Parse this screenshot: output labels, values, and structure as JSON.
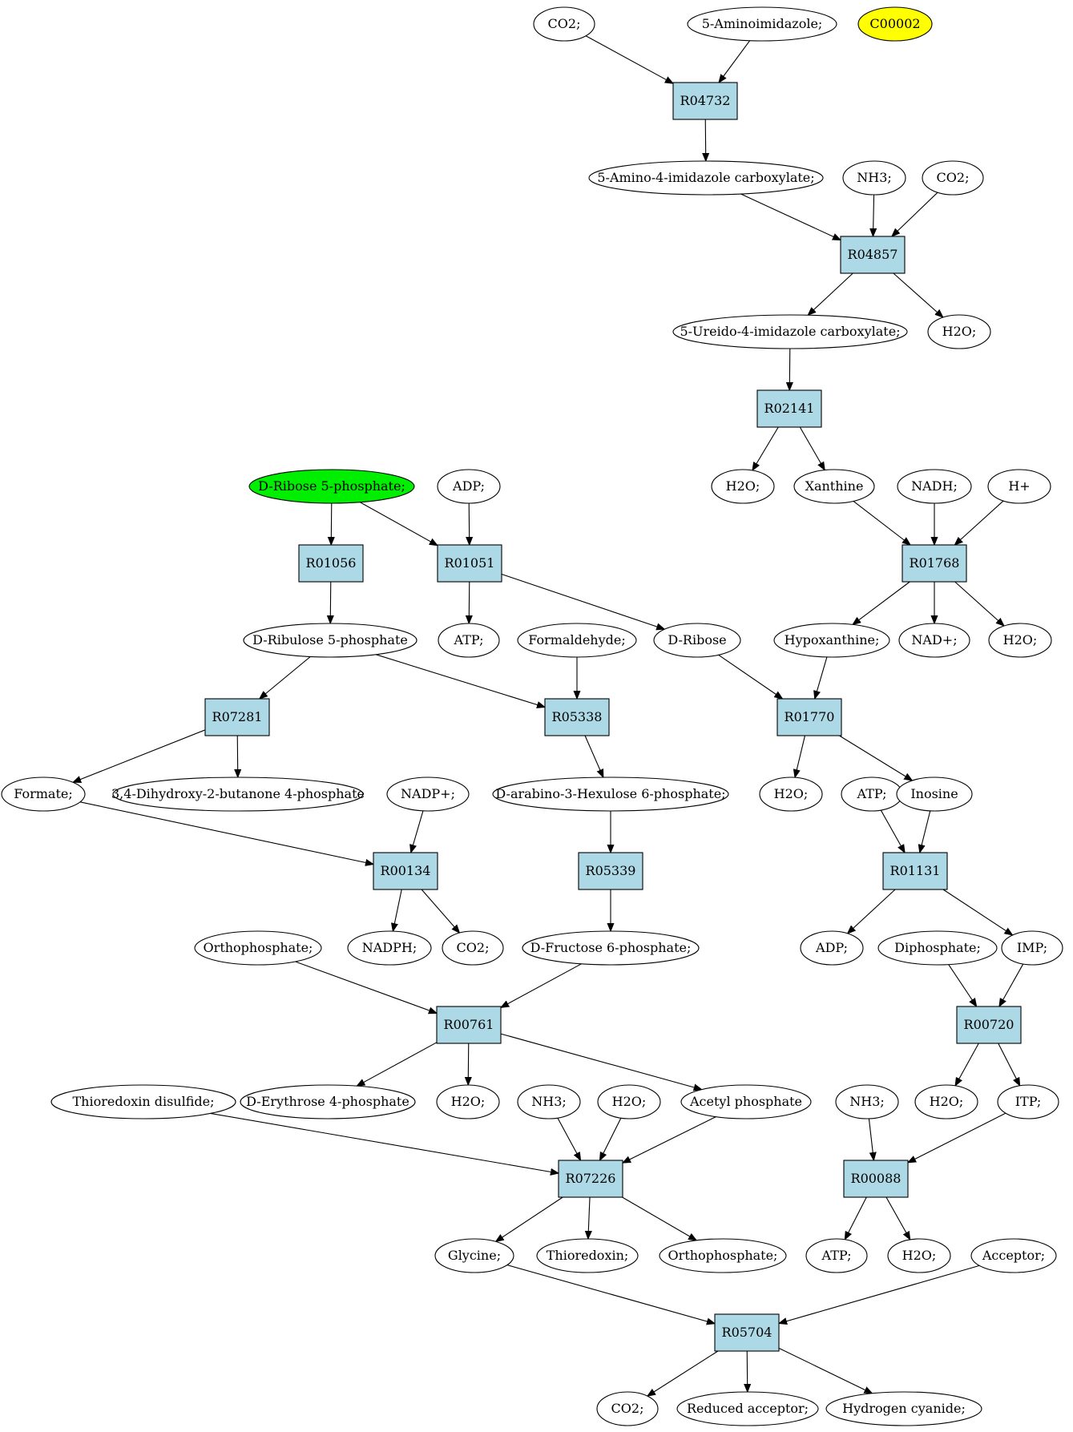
{
  "graph": {
    "compounds": [
      {
        "id": "co2_a",
        "label": "CO2;"
      },
      {
        "id": "aminoimidazole",
        "label": "5-Aminoimidazole;"
      },
      {
        "id": "c00002",
        "label": "C00002",
        "fill": "#ffff00"
      },
      {
        "id": "amino_carbox",
        "label": "5-Amino-4-imidazole carboxylate;"
      },
      {
        "id": "nh3_a",
        "label": "NH3;"
      },
      {
        "id": "co2_b",
        "label": "CO2;"
      },
      {
        "id": "ureido_carbox",
        "label": "5-Ureido-4-imidazole carboxylate;"
      },
      {
        "id": "h2o_a",
        "label": "H2O;"
      },
      {
        "id": "h2o_b",
        "label": "H2O;"
      },
      {
        "id": "xanthine",
        "label": "Xanthine"
      },
      {
        "id": "nadh",
        "label": "NADH;"
      },
      {
        "id": "hplus",
        "label": "H+"
      },
      {
        "id": "ribose5p",
        "label": "D-Ribose 5-phosphate;",
        "fill": "#00ee00"
      },
      {
        "id": "adp_a",
        "label": "ADP;"
      },
      {
        "id": "ribulose5p",
        "label": "D-Ribulose 5-phosphate"
      },
      {
        "id": "atp_a",
        "label": "ATP;"
      },
      {
        "id": "formaldehyde",
        "label": "Formaldehyde;"
      },
      {
        "id": "dribose",
        "label": "D-Ribose"
      },
      {
        "id": "hypoxanthine",
        "label": "Hypoxanthine;"
      },
      {
        "id": "nadplus",
        "label": "NAD+;"
      },
      {
        "id": "h2o_c",
        "label": "H2O;"
      },
      {
        "id": "formate",
        "label": "Formate;"
      },
      {
        "id": "dhbp",
        "label": "3,4-Dihydroxy-2-butanone 4-phosphate"
      },
      {
        "id": "nadpplus",
        "label": "NADP+;"
      },
      {
        "id": "hexulose6p",
        "label": "D-arabino-3-Hexulose 6-phosphate;"
      },
      {
        "id": "h2o_d",
        "label": "H2O;"
      },
      {
        "id": "atp_b",
        "label": "ATP;"
      },
      {
        "id": "inosine",
        "label": "Inosine"
      },
      {
        "id": "nadph",
        "label": "NADPH;"
      },
      {
        "id": "co2_c",
        "label": "CO2;"
      },
      {
        "id": "orthophosphate_a",
        "label": "Orthophosphate;"
      },
      {
        "id": "fructose6p",
        "label": "D-Fructose 6-phosphate;"
      },
      {
        "id": "adp_b",
        "label": "ADP;"
      },
      {
        "id": "diphosphate",
        "label": "Diphosphate;"
      },
      {
        "id": "imp",
        "label": "IMP;"
      },
      {
        "id": "thioredoxin_disulfide",
        "label": "Thioredoxin disulfide;"
      },
      {
        "id": "erythrose4p",
        "label": "D-Erythrose 4-phosphate"
      },
      {
        "id": "h2o_e",
        "label": "H2O;"
      },
      {
        "id": "nh3_b",
        "label": "NH3;"
      },
      {
        "id": "h2o_f",
        "label": "H2O;"
      },
      {
        "id": "acetyl_phosphate",
        "label": "Acetyl phosphate"
      },
      {
        "id": "nh3_c",
        "label": "NH3;"
      },
      {
        "id": "h2o_g",
        "label": "H2O;"
      },
      {
        "id": "itp",
        "label": "ITP;"
      },
      {
        "id": "glycine",
        "label": "Glycine;"
      },
      {
        "id": "thioredoxin",
        "label": "Thioredoxin;"
      },
      {
        "id": "orthophosphate_b",
        "label": "Orthophosphate;"
      },
      {
        "id": "atp_c",
        "label": "ATP;"
      },
      {
        "id": "h2o_h",
        "label": "H2O;"
      },
      {
        "id": "acceptor",
        "label": "Acceptor;"
      },
      {
        "id": "co2_d",
        "label": "CO2;"
      },
      {
        "id": "reduced_acceptor",
        "label": "Reduced acceptor;"
      },
      {
        "id": "hcn",
        "label": "Hydrogen cyanide;"
      }
    ],
    "reactions": [
      {
        "id": "R04732",
        "label": "R04732"
      },
      {
        "id": "R04857",
        "label": "R04857"
      },
      {
        "id": "R02141",
        "label": "R02141"
      },
      {
        "id": "R01768",
        "label": "R01768"
      },
      {
        "id": "R01056",
        "label": "R01056"
      },
      {
        "id": "R01051",
        "label": "R01051"
      },
      {
        "id": "R07281",
        "label": "R07281"
      },
      {
        "id": "R05338",
        "label": "R05338"
      },
      {
        "id": "R01770",
        "label": "R01770"
      },
      {
        "id": "R00134",
        "label": "R00134"
      },
      {
        "id": "R05339",
        "label": "R05339"
      },
      {
        "id": "R01131",
        "label": "R01131"
      },
      {
        "id": "R00761",
        "label": "R00761"
      },
      {
        "id": "R00720",
        "label": "R00720"
      },
      {
        "id": "R07226",
        "label": "R07226"
      },
      {
        "id": "R00088",
        "label": "R00088"
      },
      {
        "id": "R05704",
        "label": "R05704"
      }
    ],
    "edges": [
      [
        "co2_a",
        "R04732"
      ],
      [
        "aminoimidazole",
        "R04732"
      ],
      [
        "R04732",
        "amino_carbox"
      ],
      [
        "amino_carbox",
        "R04857"
      ],
      [
        "nh3_a",
        "R04857"
      ],
      [
        "co2_b",
        "R04857"
      ],
      [
        "R04857",
        "ureido_carbox"
      ],
      [
        "R04857",
        "h2o_a"
      ],
      [
        "ureido_carbox",
        "R02141"
      ],
      [
        "R02141",
        "h2o_b"
      ],
      [
        "R02141",
        "xanthine"
      ],
      [
        "xanthine",
        "R01768"
      ],
      [
        "nadh",
        "R01768"
      ],
      [
        "hplus",
        "R01768"
      ],
      [
        "R01768",
        "hypoxanthine"
      ],
      [
        "R01768",
        "nadplus"
      ],
      [
        "R01768",
        "h2o_c"
      ],
      [
        "ribose5p",
        "R01056"
      ],
      [
        "ribose5p",
        "R01051"
      ],
      [
        "adp_a",
        "R01051"
      ],
      [
        "R01056",
        "ribulose5p"
      ],
      [
        "R01051",
        "atp_a"
      ],
      [
        "R01051",
        "dribose"
      ],
      [
        "ribulose5p",
        "R07281"
      ],
      [
        "ribulose5p",
        "R05338"
      ],
      [
        "formaldehyde",
        "R05338"
      ],
      [
        "dribose",
        "R01770"
      ],
      [
        "hypoxanthine",
        "R01770"
      ],
      [
        "R07281",
        "formate"
      ],
      [
        "R07281",
        "dhbp"
      ],
      [
        "R05338",
        "hexulose6p"
      ],
      [
        "R01770",
        "h2o_d"
      ],
      [
        "R01770",
        "inosine"
      ],
      [
        "formate",
        "R00134"
      ],
      [
        "nadpplus",
        "R00134"
      ],
      [
        "hexulose6p",
        "R05339"
      ],
      [
        "atp_b",
        "R01131"
      ],
      [
        "inosine",
        "R01131"
      ],
      [
        "R00134",
        "nadph"
      ],
      [
        "R00134",
        "co2_c"
      ],
      [
        "R05339",
        "fructose6p"
      ],
      [
        "R01131",
        "adp_b"
      ],
      [
        "R01131",
        "imp"
      ],
      [
        "orthophosphate_a",
        "R00761"
      ],
      [
        "fructose6p",
        "R00761"
      ],
      [
        "diphosphate",
        "R00720"
      ],
      [
        "imp",
        "R00720"
      ],
      [
        "R00761",
        "erythrose4p"
      ],
      [
        "R00761",
        "h2o_e"
      ],
      [
        "R00761",
        "acetyl_phosphate"
      ],
      [
        "R00720",
        "h2o_g"
      ],
      [
        "R00720",
        "itp"
      ],
      [
        "thioredoxin_disulfide",
        "R07226"
      ],
      [
        "nh3_b",
        "R07226"
      ],
      [
        "h2o_f",
        "R07226"
      ],
      [
        "acetyl_phosphate",
        "R07226"
      ],
      [
        "nh3_c",
        "R00088"
      ],
      [
        "itp",
        "R00088"
      ],
      [
        "R07226",
        "glycine"
      ],
      [
        "R07226",
        "thioredoxin"
      ],
      [
        "R07226",
        "orthophosphate_b"
      ],
      [
        "R00088",
        "atp_c"
      ],
      [
        "R00088",
        "h2o_h"
      ],
      [
        "glycine",
        "R05704"
      ],
      [
        "acceptor",
        "R05704"
      ],
      [
        "R05704",
        "co2_d"
      ],
      [
        "R05704",
        "reduced_acceptor"
      ],
      [
        "R05704",
        "hcn"
      ]
    ]
  },
  "colors": {
    "reaction_fill": "#add8e6",
    "compound_fill": "#ffffff",
    "start_compound": "#00ee00",
    "target_compound": "#ffff00"
  }
}
